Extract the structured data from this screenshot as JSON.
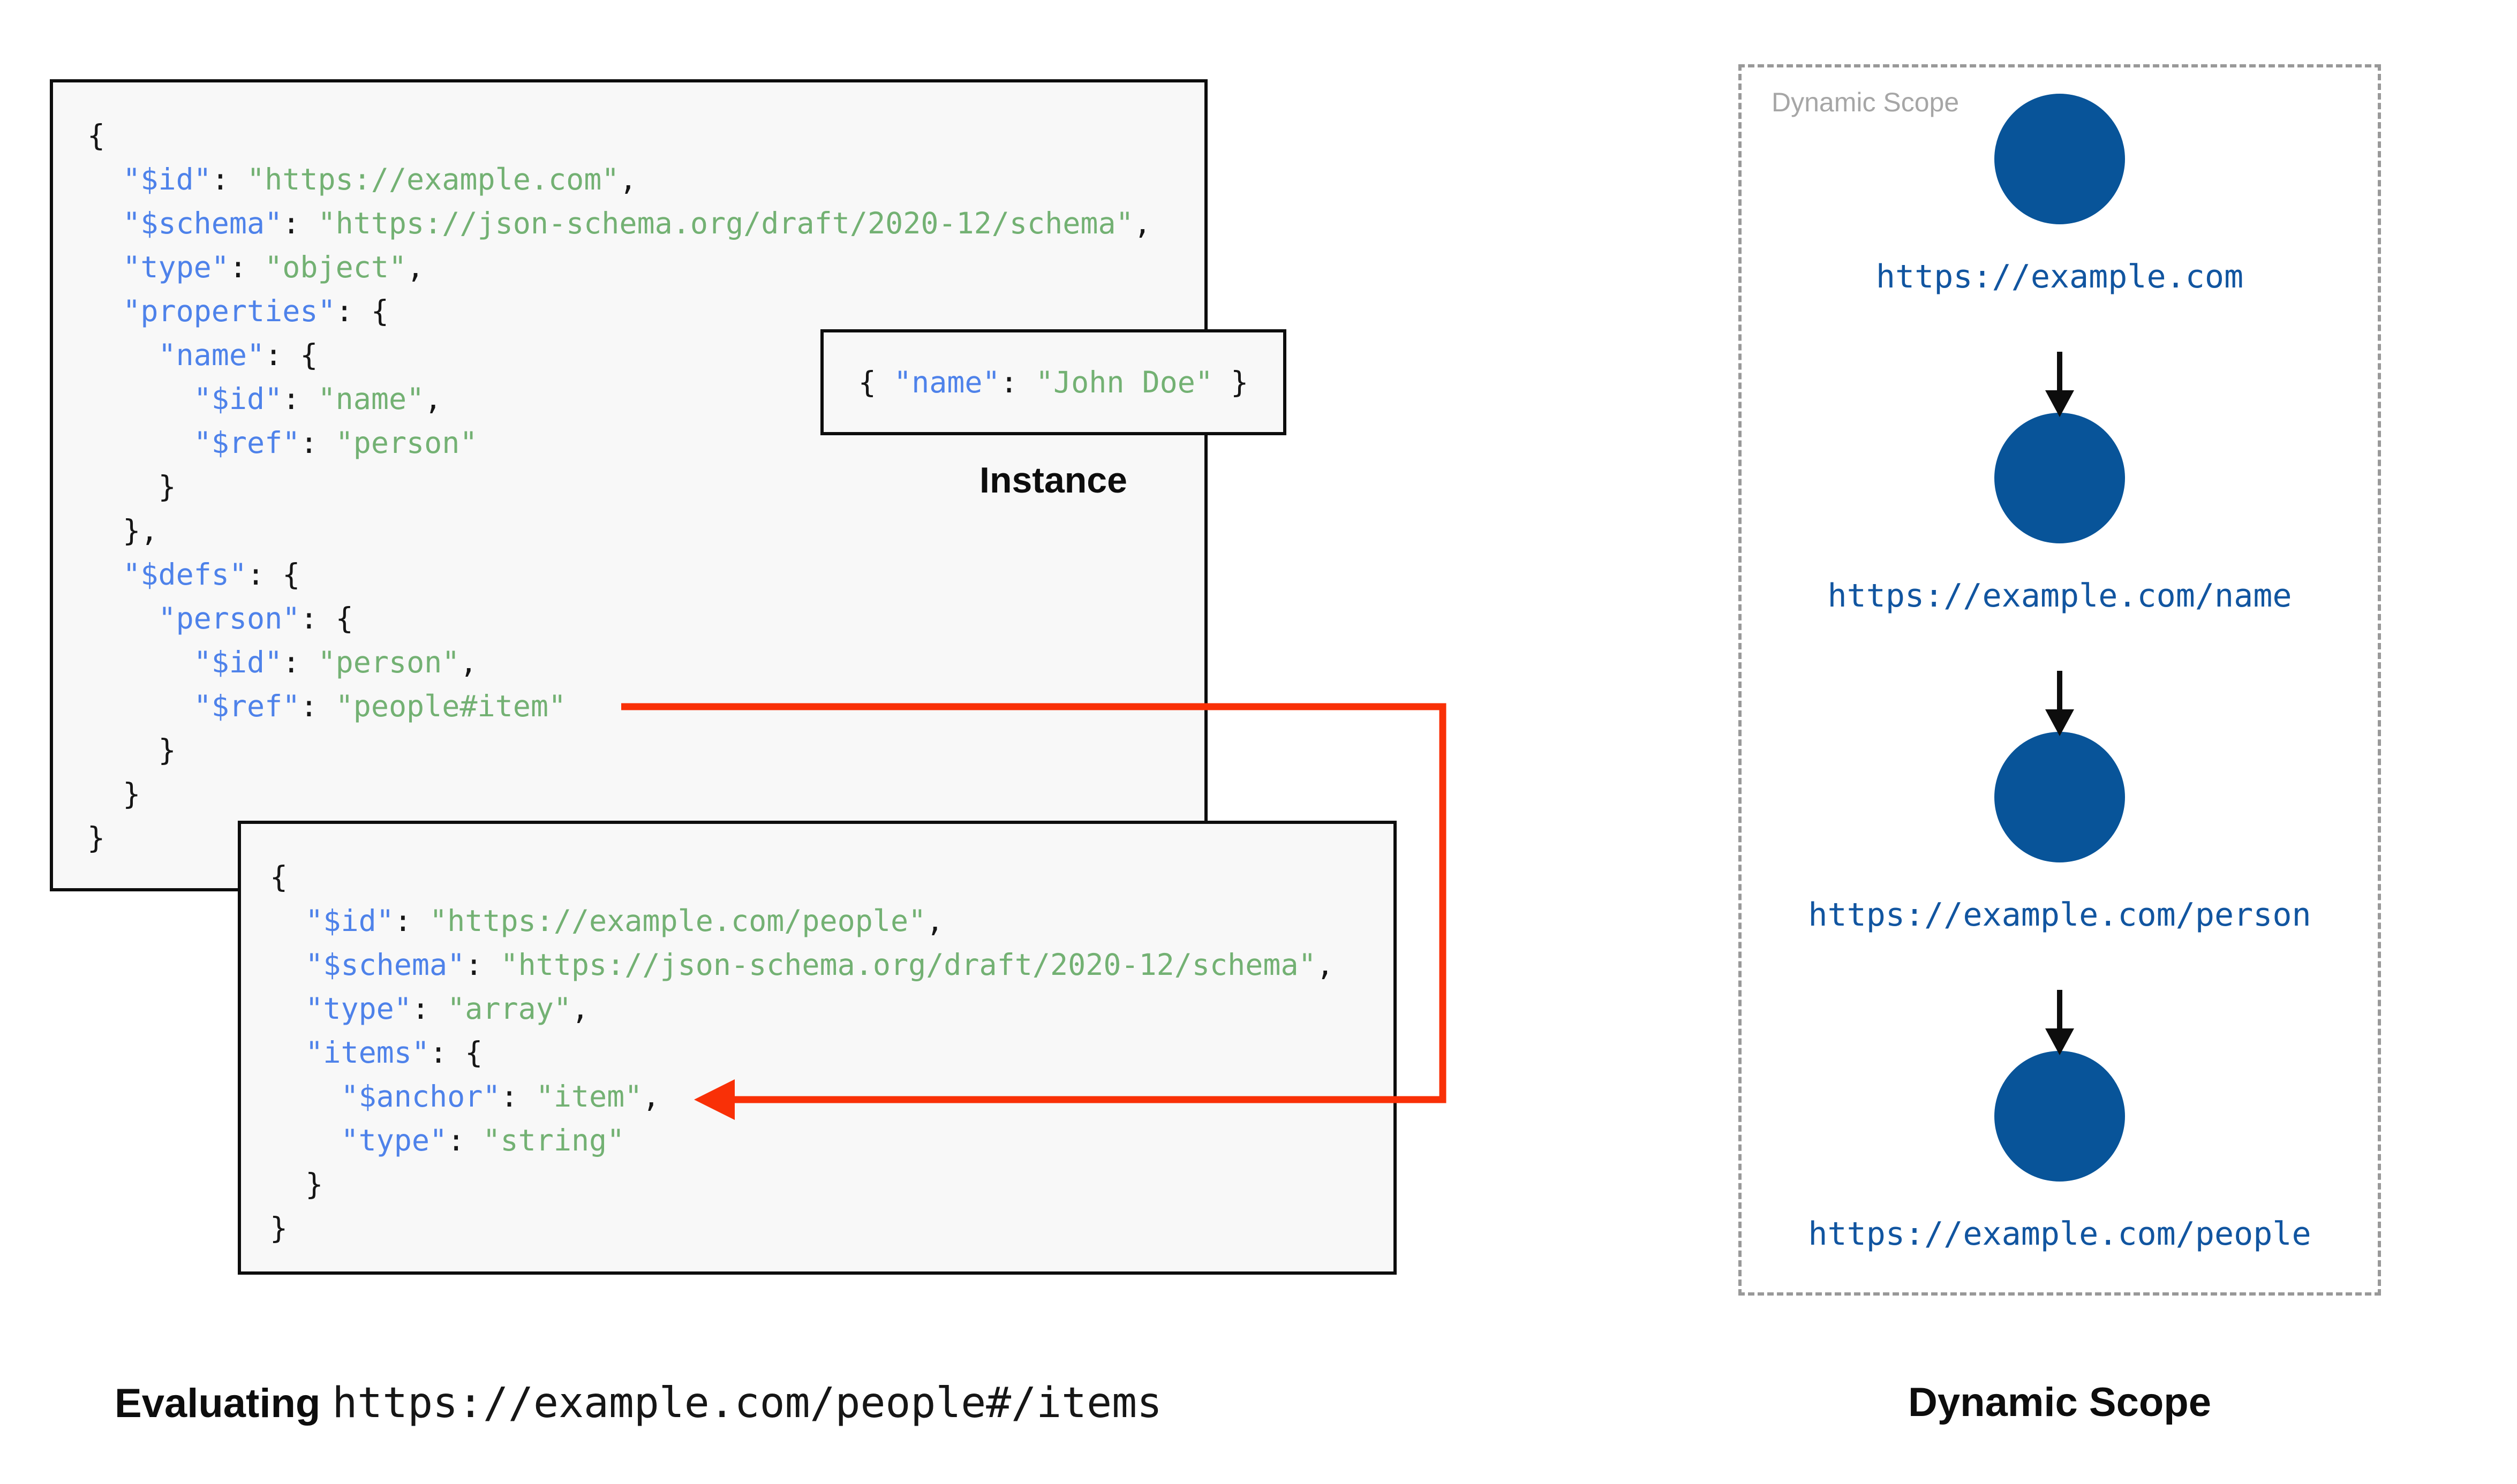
{
  "colors": {
    "key_blue": "#4e82ea",
    "string_green": "#73b173",
    "punct_black": "#161616",
    "box_border": "#0d0d0d",
    "box_background": "#f8f8f8",
    "ref_arrow_red": "#f93007",
    "scope_circle_blue": "#085499",
    "scope_url_blue": "#1155a0",
    "watermark_gray": "#a6a6a6",
    "dashed_border_gray": "#999999"
  },
  "schema_box": {
    "lines": [
      [
        [
          "p",
          "{"
        ]
      ],
      [
        [
          "p",
          "  "
        ],
        [
          "k",
          "\"$id\""
        ],
        [
          "p",
          ": "
        ],
        [
          "v",
          "\"https://example.com\""
        ],
        [
          "p",
          ","
        ]
      ],
      [
        [
          "p",
          "  "
        ],
        [
          "k",
          "\"$schema\""
        ],
        [
          "p",
          ": "
        ],
        [
          "v",
          "\"https://json-schema.org/draft/2020-12/schema\""
        ],
        [
          "p",
          ","
        ]
      ],
      [
        [
          "p",
          "  "
        ],
        [
          "k",
          "\"type\""
        ],
        [
          "p",
          ": "
        ],
        [
          "v",
          "\"object\""
        ],
        [
          "p",
          ","
        ]
      ],
      [
        [
          "p",
          "  "
        ],
        [
          "k",
          "\"properties\""
        ],
        [
          "p",
          ": {"
        ]
      ],
      [
        [
          "p",
          "    "
        ],
        [
          "k",
          "\"name\""
        ],
        [
          "p",
          ": {"
        ]
      ],
      [
        [
          "p",
          "      "
        ],
        [
          "k",
          "\"$id\""
        ],
        [
          "p",
          ": "
        ],
        [
          "v",
          "\"name\""
        ],
        [
          "p",
          ","
        ]
      ],
      [
        [
          "p",
          "      "
        ],
        [
          "k",
          "\"$ref\""
        ],
        [
          "p",
          ": "
        ],
        [
          "v",
          "\"person\""
        ]
      ],
      [
        [
          "p",
          "    }"
        ]
      ],
      [
        [
          "p",
          "  },"
        ]
      ],
      [
        [
          "p",
          "  "
        ],
        [
          "k",
          "\"$defs\""
        ],
        [
          "p",
          ": {"
        ]
      ],
      [
        [
          "p",
          "    "
        ],
        [
          "k",
          "\"person\""
        ],
        [
          "p",
          ": {"
        ]
      ],
      [
        [
          "p",
          "      "
        ],
        [
          "k",
          "\"$id\""
        ],
        [
          "p",
          ": "
        ],
        [
          "v",
          "\"person\""
        ],
        [
          "p",
          ","
        ]
      ],
      [
        [
          "p",
          "      "
        ],
        [
          "k",
          "\"$ref\""
        ],
        [
          "p",
          ": "
        ],
        [
          "v",
          "\"people#item\""
        ]
      ],
      [
        [
          "p",
          "    }"
        ]
      ],
      [
        [
          "p",
          "  }"
        ]
      ],
      [
        [
          "p",
          "}"
        ]
      ]
    ]
  },
  "instance": {
    "label": "Instance",
    "tokens": [
      [
        "p",
        "{ "
      ],
      [
        "k",
        "\"name\""
      ],
      [
        "p",
        ": "
      ],
      [
        "v",
        "\"John Doe\""
      ],
      [
        "p",
        " }"
      ]
    ]
  },
  "people_box": {
    "lines": [
      [
        [
          "p",
          "{"
        ]
      ],
      [
        [
          "p",
          "  "
        ],
        [
          "k",
          "\"$id\""
        ],
        [
          "p",
          ": "
        ],
        [
          "v",
          "\"https://example.com/people\""
        ],
        [
          "p",
          ","
        ]
      ],
      [
        [
          "p",
          "  "
        ],
        [
          "k",
          "\"$schema\""
        ],
        [
          "p",
          ": "
        ],
        [
          "v",
          "\"https://json-schema.org/draft/2020-12/schema\""
        ],
        [
          "p",
          ","
        ]
      ],
      [
        [
          "p",
          "  "
        ],
        [
          "k",
          "\"type\""
        ],
        [
          "p",
          ": "
        ],
        [
          "v",
          "\"array\""
        ],
        [
          "p",
          ","
        ]
      ],
      [
        [
          "p",
          "  "
        ],
        [
          "k",
          "\"items\""
        ],
        [
          "p",
          ": {"
        ]
      ],
      [
        [
          "p",
          "    "
        ],
        [
          "k",
          "\"$anchor\""
        ],
        [
          "p",
          ": "
        ],
        [
          "v",
          "\"item\""
        ],
        [
          "p",
          ","
        ]
      ],
      [
        [
          "p",
          "    "
        ],
        [
          "k",
          "\"type\""
        ],
        [
          "p",
          ": "
        ],
        [
          "v",
          "\"string\""
        ]
      ],
      [
        [
          "p",
          "  }"
        ]
      ],
      [
        [
          "p",
          "}"
        ]
      ]
    ]
  },
  "scope": {
    "watermark": "Dynamic Scope",
    "nodes": [
      "https://example.com",
      "https://example.com/name",
      "https://example.com/person",
      "https://example.com/people"
    ]
  },
  "captions": {
    "evaluating_bold": "Evaluating",
    "evaluating_code": "https://example.com/people#/items",
    "scope": "Dynamic Scope"
  }
}
